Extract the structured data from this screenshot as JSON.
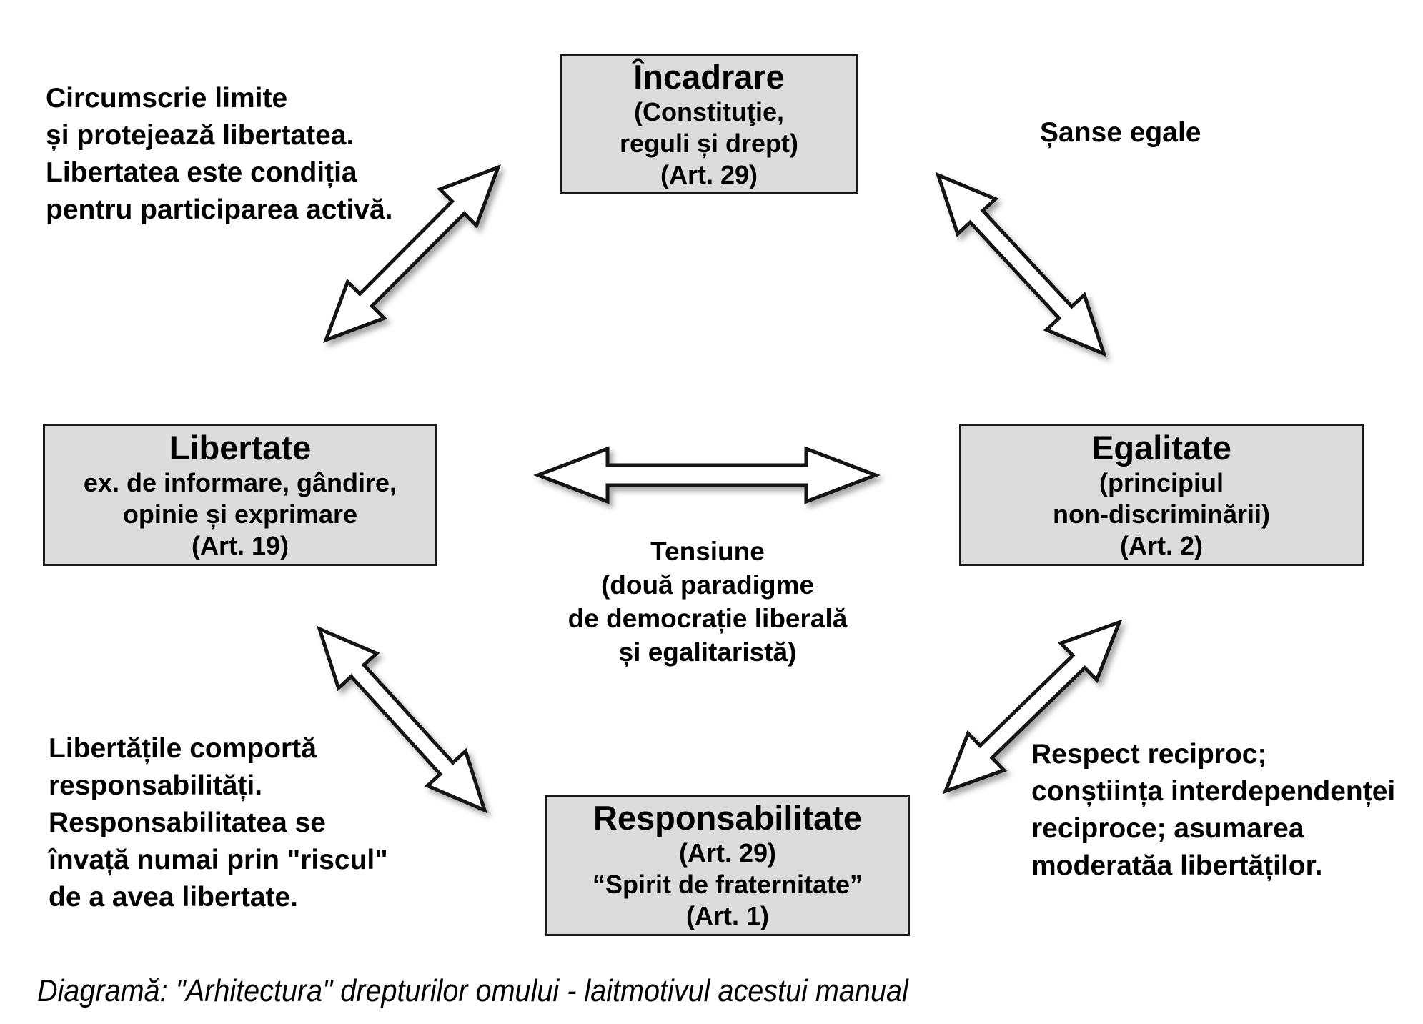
{
  "boxes": {
    "incadrare": {
      "title": "Încadrare",
      "subtitle": "(Constituţie,\nreguli și drept)\n(Art. 29)"
    },
    "libertate": {
      "title": "Libertate",
      "subtitle": "ex. de informare, gândire,\nopinie și exprimare\n(Art. 19)"
    },
    "egalitate": {
      "title": "Egalitate",
      "subtitle": "(principiul\nnon-discriminării)\n(Art. 2)"
    },
    "responsabilitate": {
      "title": "Responsabilitate",
      "subtitle": "(Art. 29)\n“Spirit de fraternitate”\n(Art. 1)"
    }
  },
  "annotations": {
    "top_left": "Circumscrie limite\nși protejează libertatea.\nLibertatea este condiția\npentru participarea activă.",
    "top_right": "Șanse egale",
    "center": "Tensiune\n(două paradigme\nde democrație liberală\nși egalitaristă)",
    "bottom_left": "Libertățile comportă\nresponsabilități.\nResponsabilitatea se\nînvață numai prin \"riscul\"\nde a avea libertate.",
    "bottom_right": "Respect reciproc;\nconștiința interdependenței\nreciproce; asumarea\nmoderatăa libertăților."
  },
  "caption": "Diagramă: \"Arhitectura\" drepturilor omului - laitmotivul acestui manual",
  "arrows": [
    {
      "name": "arrow-incadrare-libertate"
    },
    {
      "name": "arrow-incadrare-egalitate"
    },
    {
      "name": "arrow-libertate-egalitate"
    },
    {
      "name": "arrow-libertate-responsabilitate"
    },
    {
      "name": "arrow-responsabilitate-egalitate"
    }
  ],
  "colors": {
    "page_bg": "#ffffff",
    "box_fill": "#dcdcdc",
    "box_border": "#1a1a1a",
    "arrow_fill": "#ffffff",
    "arrow_stroke": "#141414",
    "text": "#000000"
  }
}
